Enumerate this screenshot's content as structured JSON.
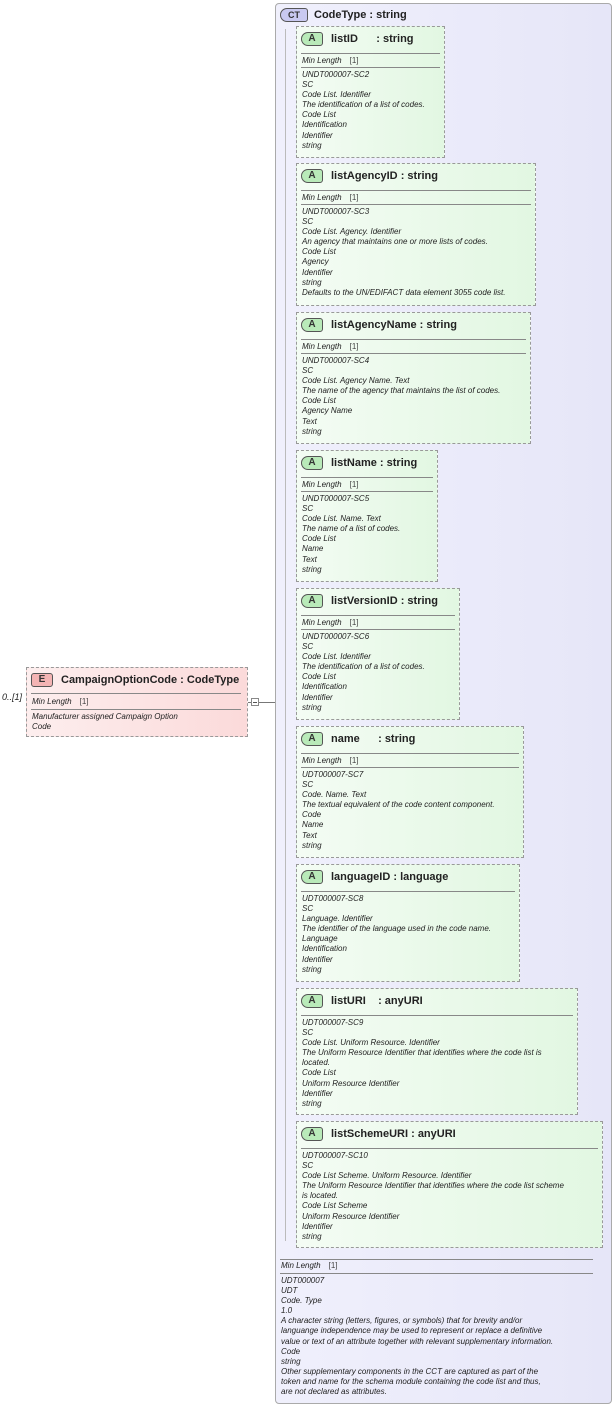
{
  "element": {
    "badge": "E",
    "name": "CampaignOptionCode",
    "type": "CodeType",
    "cardinality": "0..[1]",
    "facet_label": "Min Length",
    "facet_value": "[1]",
    "doc": "Manufacturer assigned Campaign Option\nCode"
  },
  "codetype": {
    "badge": "CT",
    "name": "CodeType",
    "type": "string",
    "facet_label": "Min Length",
    "facet_value": "[1]",
    "doc": "UDT000007\nUDT\nCode. Type\n1.0\nA character string (letters, figures, or symbols) that for brevity and/or\nlanguange independence may be used to represent or replace a definitive\nvalue or text of an attribute together with relevant supplementary information.\nCode\nstring\nOther supplementary components in the CCT are captured as part of the\ntoken and name for the schema module containing the code list and thus,\nare not declared as attributes."
  },
  "attributes": [
    {
      "badge": "A",
      "name": "listID",
      "type": "string",
      "facet_label": "Min Length",
      "facet_value": "[1]",
      "doc": "UNDT000007-SC2\nSC\nCode List. Identifier\nThe identification of a list of codes.\nCode List\nIdentification\nIdentifier\nstring"
    },
    {
      "badge": "A",
      "name": "listAgencyID",
      "type": "string",
      "facet_label": "Min Length",
      "facet_value": "[1]",
      "doc": "UNDT000007-SC3\nSC\nCode List. Agency. Identifier\nAn agency that maintains one or more lists of codes.\nCode List\nAgency\nIdentifier\nstring\nDefaults to the UN/EDIFACT data element 3055 code list."
    },
    {
      "badge": "A",
      "name": "listAgencyName",
      "type": "string",
      "facet_label": "Min Length",
      "facet_value": "[1]",
      "doc": "UNDT000007-SC4\nSC\nCode List. Agency Name. Text\nThe name of the agency that maintains the list of codes.\nCode List\nAgency Name\nText\nstring"
    },
    {
      "badge": "A",
      "name": "listName",
      "type": "string",
      "facet_label": "Min Length",
      "facet_value": "[1]",
      "doc": "UNDT000007-SC5\nSC\nCode List. Name. Text\nThe name of a list of codes.\nCode List\nName\nText\nstring"
    },
    {
      "badge": "A",
      "name": "listVersionID",
      "type": "string",
      "facet_label": "Min Length",
      "facet_value": "[1]",
      "doc": "UNDT000007-SC6\nSC\nCode List. Identifier\nThe identification of a list of codes.\nCode List\nIdentification\nIdentifier\nstring"
    },
    {
      "badge": "A",
      "name": "name",
      "type": "string",
      "facet_label": "Min Length",
      "facet_value": "[1]",
      "doc": "UDT000007-SC7\nSC\nCode. Name. Text\nThe textual equivalent of the code content component.\nCode\nName\nText\nstring"
    },
    {
      "badge": "A",
      "name": "languageID",
      "type": "language",
      "facet_label": "",
      "facet_value": "",
      "doc": "UDT000007-SC8\nSC\nLanguage. Identifier\nThe identifier of the language used in the code name.\nLanguage\nIdentification\nIdentifier\nstring"
    },
    {
      "badge": "A",
      "name": "listURI",
      "type": "anyURI",
      "facet_label": "",
      "facet_value": "",
      "doc": "UDT000007-SC9\nSC\nCode List. Uniform Resource. Identifier\nThe Uniform Resource Identifier that identifies where the code list is\nlocated.\nCode List\nUniform Resource Identifier\nIdentifier\nstring"
    },
    {
      "badge": "A",
      "name": "listSchemeURI",
      "type": "anyURI",
      "facet_label": "",
      "facet_value": "",
      "doc": "UDT000007-SC10\nSC\nCode List Scheme. Uniform Resource. Identifier\nThe Uniform Resource Identifier that identifies where the code list scheme\nis located.\nCode List Scheme\nUniform Resource Identifier\nIdentifier\nstring"
    }
  ]
}
